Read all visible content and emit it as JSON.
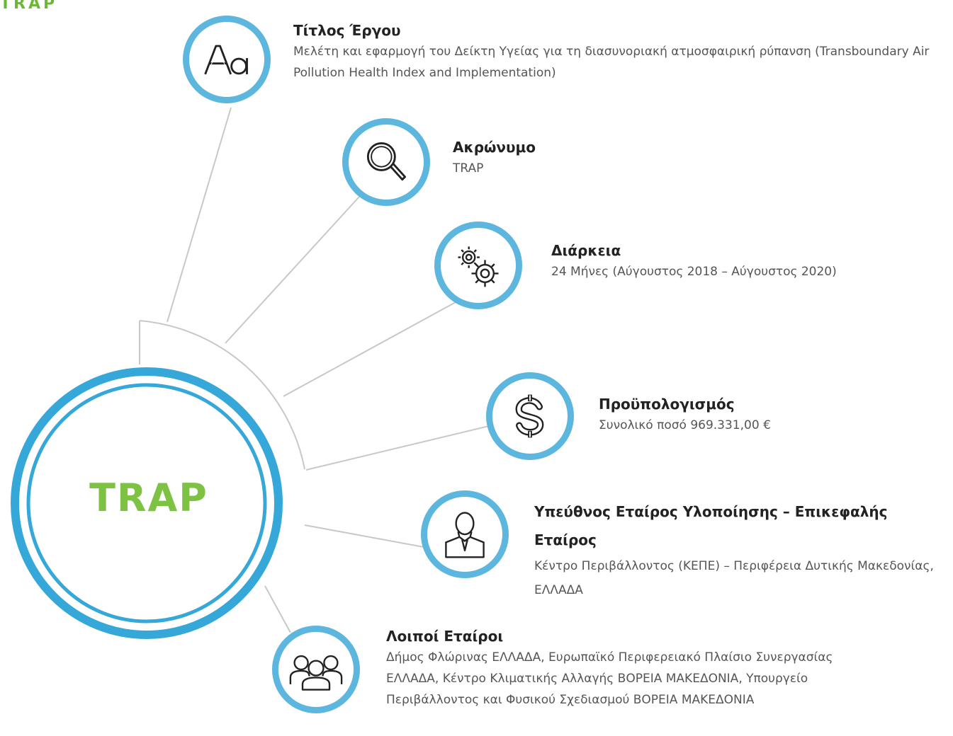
{
  "logo_text": "TRAP",
  "center_label": "TRAP",
  "colors": {
    "ring": "#5cb6dd",
    "center_ring": "#35a7d8",
    "accent": "#7dc242",
    "connector": "#c8c8c8"
  },
  "items": [
    {
      "icon": "font-letters-icon",
      "title": "Τίτλος Έργου",
      "desc": "Μελέτη και εφαρμογή του Δείκτη Υγείας για τη διασυνοριακή ατμοσφαιρική ρύπανση (Transboundary Air Pollution Health Index and Implementation)"
    },
    {
      "icon": "magnifier-icon",
      "title": "Ακρώνυμο",
      "desc": "TRAP"
    },
    {
      "icon": "gears-icon",
      "title": "Διάρκεια",
      "desc": "24 Μήνες (Αύγουστος 2018 – Αύγουστος 2020)"
    },
    {
      "icon": "dollar-icon",
      "title": "Προϋπολογισμός",
      "desc": "Συνολικό ποσό 969.331,00 €"
    },
    {
      "icon": "person-icon",
      "title": "Υπεύθνος Εταίρος Υλοποίησης – Επικεφαλής Εταίρος",
      "desc": "Κέντρο Περιβάλλοντος (ΚΕΠΕ) – Περιφέρεια Δυτικής Μακεδονίας, ΕΛΛΑΔΑ"
    },
    {
      "icon": "group-icon",
      "title": "Λοιποί Εταίροι",
      "desc": "Δήμος Φλώρινας ΕΛΛΑΔΑ, Ευρωπαϊκό Περιφερειακό Πλαίσιο Συνεργασίας ΕΛΛΑΔΑ, Κέντρο Κλιματικής Αλλαγής ΒΟΡΕΙΑ ΜΑΚΕΔΟΝΙΑ, Υπουργείο Περιβάλλοντος και Φυσικού Σχεδιασμού ΒΟΡΕΙΑ ΜΑΚΕΔΟΝΙΑ"
    }
  ]
}
